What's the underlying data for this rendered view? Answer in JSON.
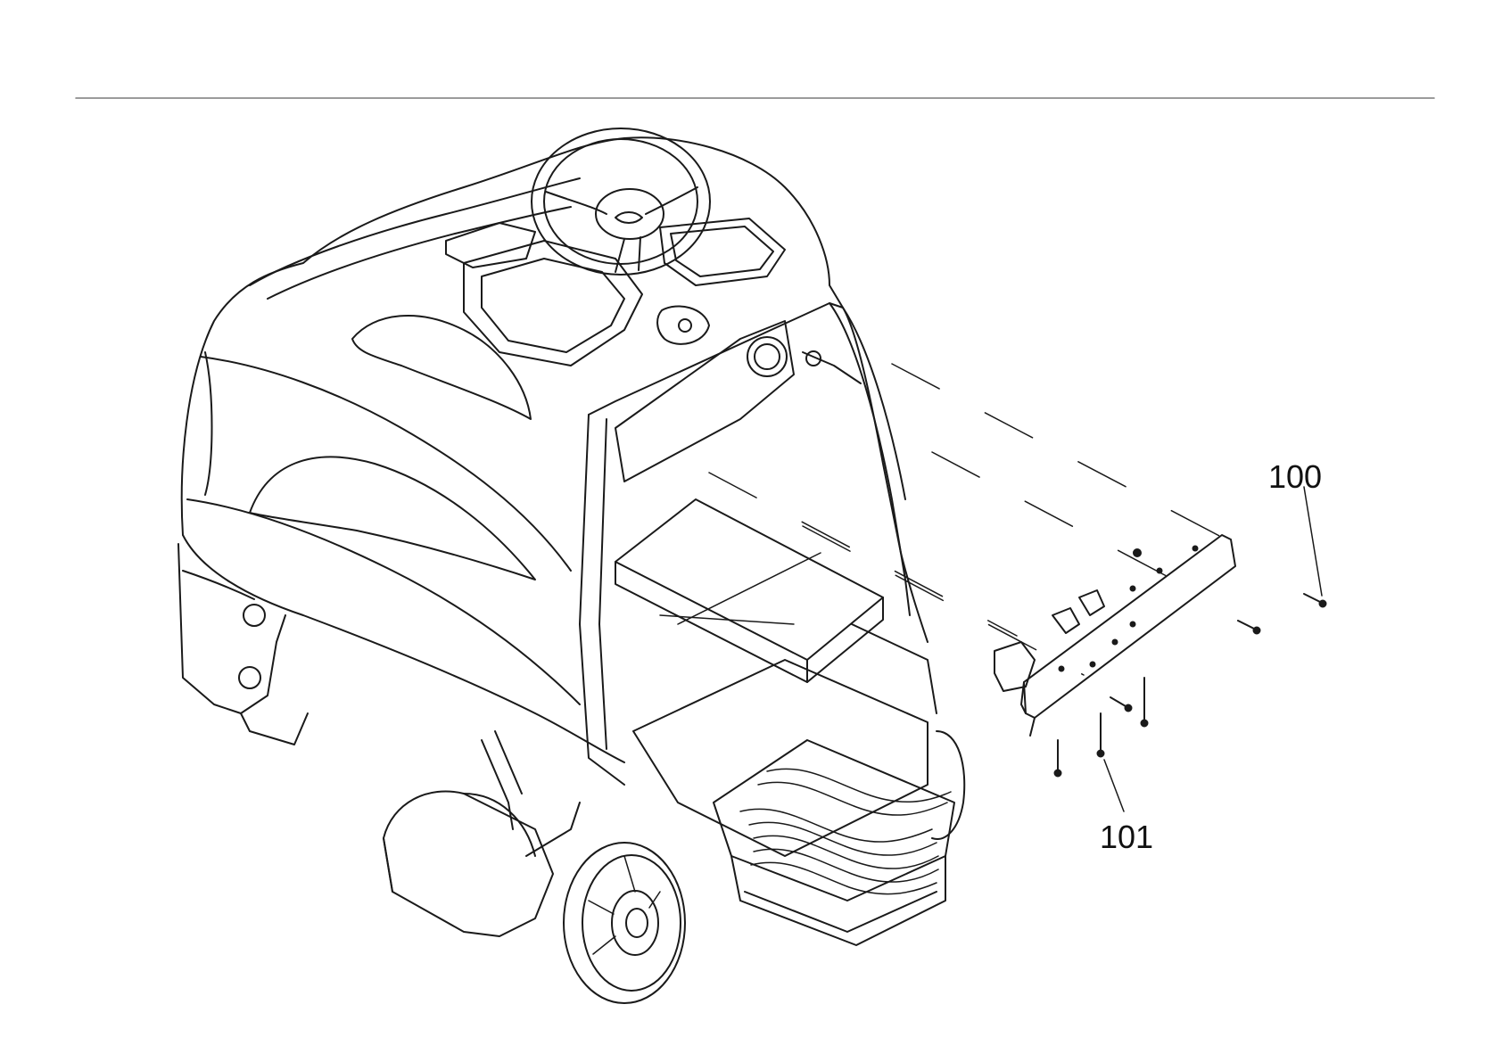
{
  "diagram": {
    "type": "exploded-parts-view",
    "line_color": "#1a1a1a",
    "rule_color": "#7a7a7a",
    "callouts": [
      {
        "id": "100",
        "label": "100"
      },
      {
        "id": "101",
        "label": "101"
      }
    ]
  }
}
